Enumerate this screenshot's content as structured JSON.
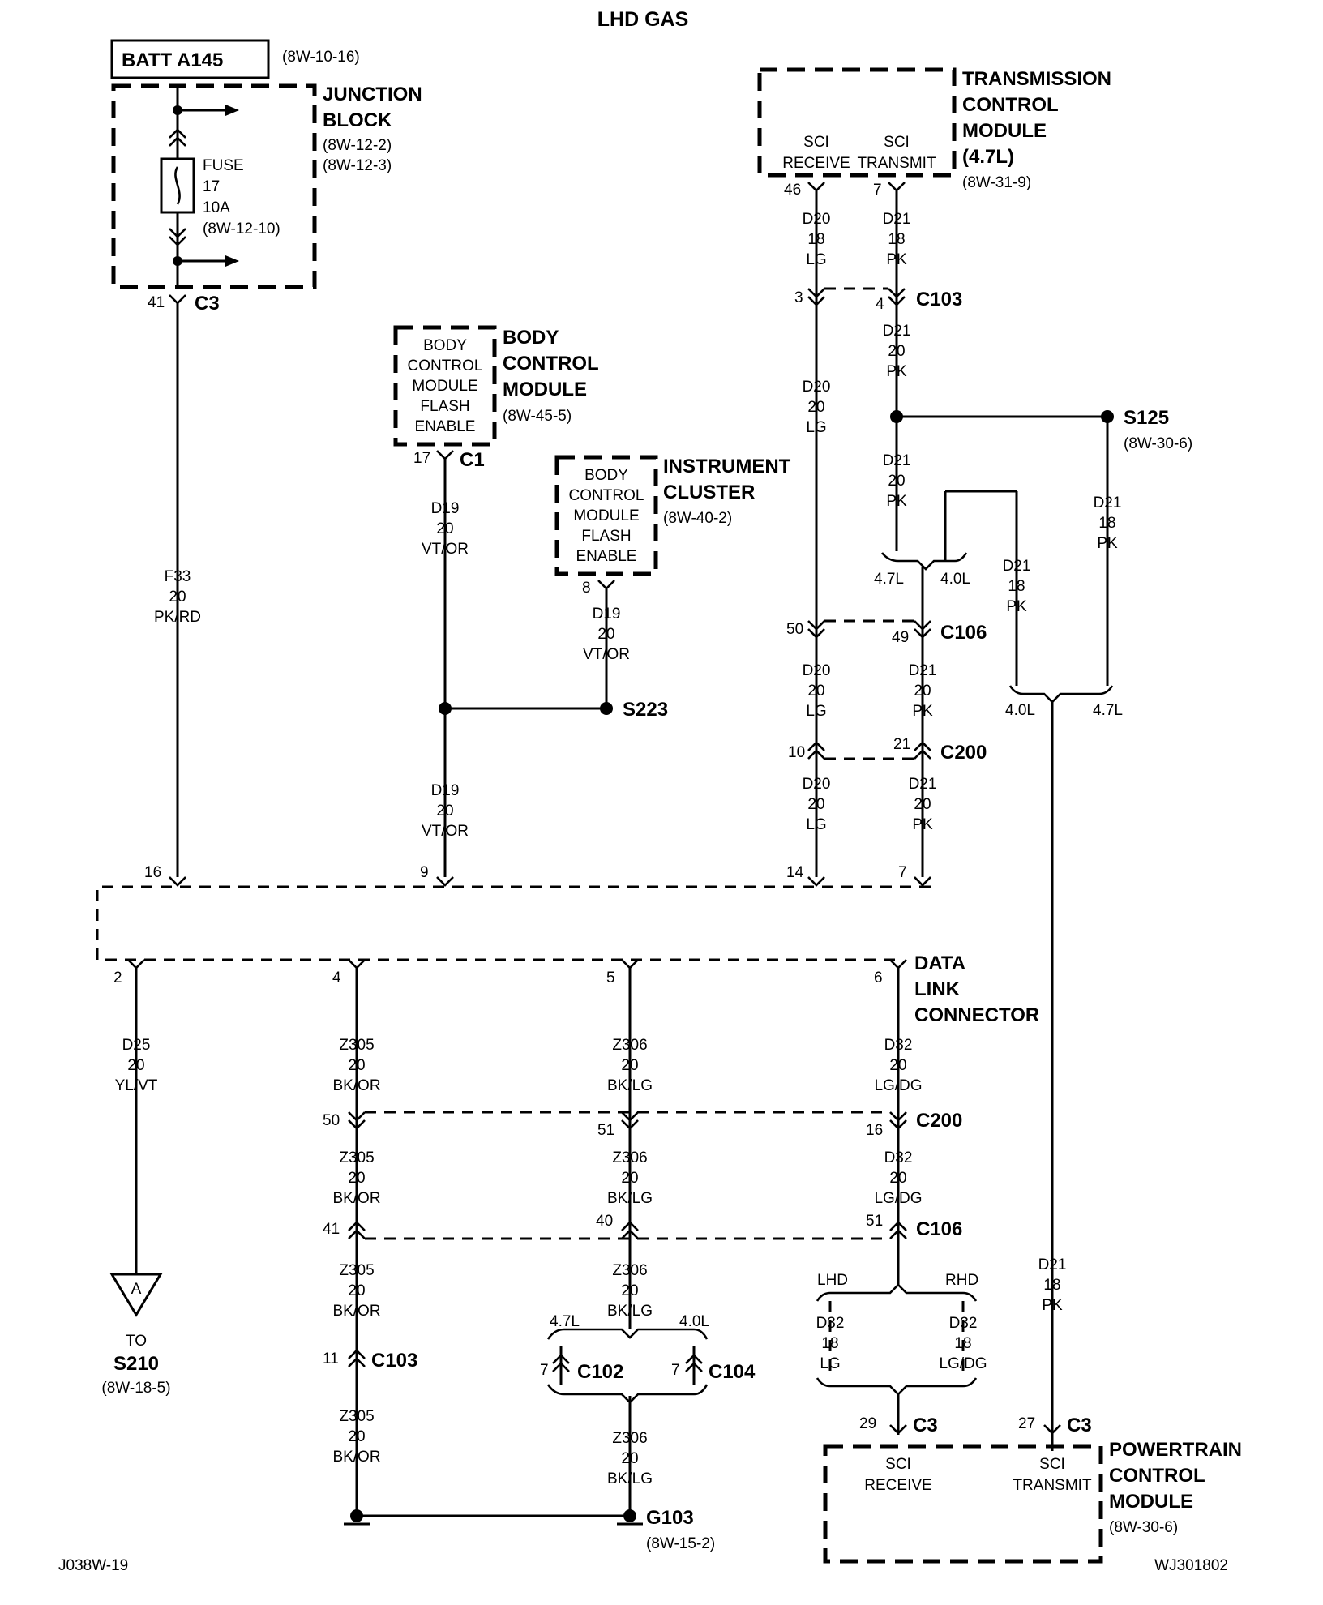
{
  "title": "LHD GAS",
  "footer": {
    "left": "J038W-19",
    "right": "WJ301802"
  },
  "batt": {
    "label": "BATT A145",
    "ref": "(8W-10-16)"
  },
  "junction_block": {
    "title": [
      "JUNCTION",
      "BLOCK"
    ],
    "refs": [
      "(8W-12-2)",
      "(8W-12-3)"
    ],
    "fuse": [
      "FUSE",
      "17",
      "10A",
      "(8W-12-10)"
    ],
    "pin": "41",
    "conn": "C3"
  },
  "tcm": {
    "title": [
      "TRANSMISSION",
      "CONTROL",
      "MODULE",
      "(4.7L)"
    ],
    "ref": "(8W-31-9)",
    "sci_receive": [
      "SCI",
      "RECEIVE"
    ],
    "sci_transmit": [
      "SCI",
      "TRANSMIT"
    ],
    "pin_rx": "46",
    "pin_tx": "7"
  },
  "bcm": {
    "box": [
      "BODY",
      "CONTROL",
      "MODULE",
      "FLASH",
      "ENABLE"
    ],
    "title": [
      "BODY",
      "CONTROL",
      "MODULE"
    ],
    "ref": "(8W-45-5)",
    "pin": "17",
    "conn": "C1"
  },
  "ic": {
    "box": [
      "BODY",
      "CONTROL",
      "MODULE",
      "FLASH",
      "ENABLE"
    ],
    "title": [
      "INSTRUMENT",
      "CLUSTER"
    ],
    "ref": "(8W-40-2)",
    "pin": "8"
  },
  "wires": {
    "f33": [
      "F33",
      "20",
      "PK/RD"
    ],
    "d19_a": [
      "D19",
      "20",
      "VT/OR"
    ],
    "d19_b": [
      "D19",
      "20",
      "VT/OR"
    ],
    "d19_c": [
      "D19",
      "20",
      "VT/OR"
    ],
    "d20_a": [
      "D20",
      "18",
      "LG"
    ],
    "d20_b": [
      "D20",
      "20",
      "LG"
    ],
    "d20_c": [
      "D20",
      "20",
      "LG"
    ],
    "d20_d": [
      "D20",
      "20",
      "LG"
    ],
    "d21_a": [
      "D21",
      "18",
      "PK"
    ],
    "d21_b": [
      "D21",
      "20",
      "PK"
    ],
    "d21_c": [
      "D21",
      "20",
      "PK"
    ],
    "d21_d": [
      "D21",
      "20",
      "PK"
    ],
    "d21_e": [
      "D21",
      "20",
      "PK"
    ],
    "d21_f": [
      "D21",
      "18",
      "PK"
    ],
    "d21_g": [
      "D21",
      "18",
      "PK"
    ],
    "d21_h": [
      "D21",
      "18",
      "PK"
    ],
    "d25": [
      "D25",
      "20",
      "YL/VT"
    ],
    "z305_a": [
      "Z305",
      "20",
      "BK/OR"
    ],
    "z305_b": [
      "Z305",
      "20",
      "BK/OR"
    ],
    "z305_c": [
      "Z305",
      "20",
      "BK/OR"
    ],
    "z305_d": [
      "Z305",
      "20",
      "BK/OR"
    ],
    "z306_a": [
      "Z306",
      "20",
      "BK/LG"
    ],
    "z306_b": [
      "Z306",
      "20",
      "BK/LG"
    ],
    "z306_c": [
      "Z306",
      "20",
      "BK/LG"
    ],
    "z306_d": [
      "Z306",
      "20",
      "BK/LG"
    ],
    "d32_a": [
      "D32",
      "20",
      "LG/DG"
    ],
    "d32_b": [
      "D32",
      "20",
      "LG/DG"
    ],
    "d32_lhd": [
      "D32",
      "18",
      "LG"
    ],
    "d32_rhd": [
      "D32",
      "18",
      "LG/DG"
    ]
  },
  "connectors": {
    "c103_top": {
      "name": "C103",
      "pin_a": "3",
      "pin_b": "4"
    },
    "c106_top": {
      "name": "C106",
      "pin_a": "50",
      "pin_b": "49"
    },
    "c200_top": {
      "name": "C200",
      "pin_a": "10",
      "pin_b": "21"
    },
    "c200_bot": {
      "name": "C200",
      "pin_a": "50",
      "pin_b": "51",
      "pin_c": "16"
    },
    "c106_bot": {
      "name": "C106",
      "pin_a": "41",
      "pin_b": "40",
      "pin_c": "51"
    },
    "c103_bot": {
      "name": "C103",
      "pin": "11"
    },
    "c102": {
      "name": "C102",
      "pin": "7"
    },
    "c104": {
      "name": "C104",
      "pin": "7"
    }
  },
  "splices": {
    "s125": {
      "name": "S125",
      "ref": "(8W-30-6)"
    },
    "s223": {
      "name": "S223"
    }
  },
  "variants": {
    "v47": "4.7L",
    "v40": "4.0L",
    "v40b": "4.0L",
    "v47b": "4.7L",
    "v47c": "4.7L",
    "v40c": "4.0L",
    "lhd": "LHD",
    "rhd": "RHD"
  },
  "dlc": {
    "title": [
      "DATA",
      "LINK",
      "CONNECTOR"
    ],
    "top_pins": [
      "16",
      "9",
      "14",
      "7"
    ],
    "bottom_pins": [
      "2",
      "4",
      "5",
      "6"
    ]
  },
  "to_s210": {
    "symbol": "A",
    "to": "TO",
    "name": "S210",
    "ref": "(8W-18-5)"
  },
  "ground": {
    "name": "G103",
    "ref": "(8W-15-2)"
  },
  "pcm": {
    "title": [
      "POWERTRAIN",
      "CONTROL",
      "MODULE"
    ],
    "ref": "(8W-30-6)",
    "sci_receive": [
      "SCI",
      "RECEIVE"
    ],
    "sci_transmit": [
      "SCI",
      "TRANSMIT"
    ],
    "pin_rx": "29",
    "pin_tx": "27",
    "conn": "C3"
  }
}
